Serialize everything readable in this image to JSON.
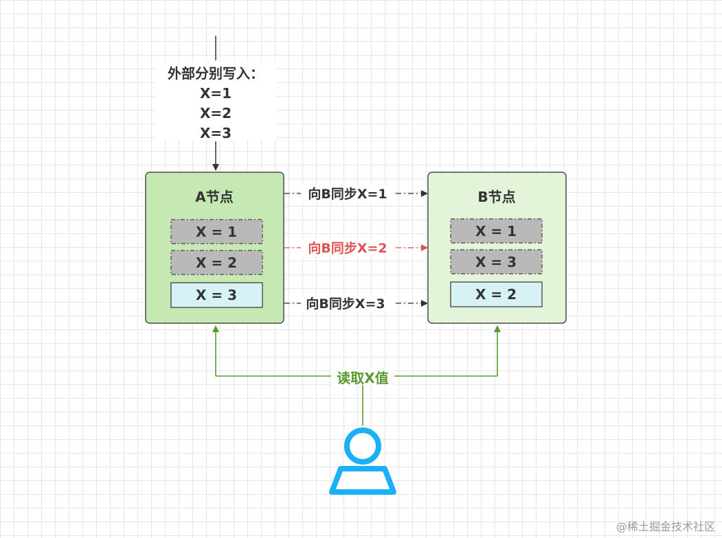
{
  "external_write": {
    "heading": "外部分别写入：",
    "values": [
      "X=1",
      "X=2",
      "X=3"
    ]
  },
  "node_a": {
    "title": "A节点",
    "entries": [
      "X = 1",
      "X = 2",
      "X = 3"
    ]
  },
  "node_b": {
    "title": "B节点",
    "entries": [
      "X = 1",
      "X = 3",
      "X = 2"
    ]
  },
  "sync_labels": [
    "向B同步X=1",
    "向B同步X=2",
    "向B同步X=3"
  ],
  "read_label": "读取X值",
  "watermark": "@稀土掘金技术社区",
  "colors": {
    "node_a_fill": "#c6e9b4",
    "node_b_fill": "#e3f4d8",
    "node_border": "#4a4a4a",
    "entry_stale_fill": "#b9b9b9",
    "entry_current_fill": "#d6f2f4",
    "sync_highlight": "#e05252",
    "read_line": "#5a9a2f",
    "user_icon": "#1ab0f5",
    "text": "#333333"
  },
  "icons": {
    "user": "user-icon"
  }
}
